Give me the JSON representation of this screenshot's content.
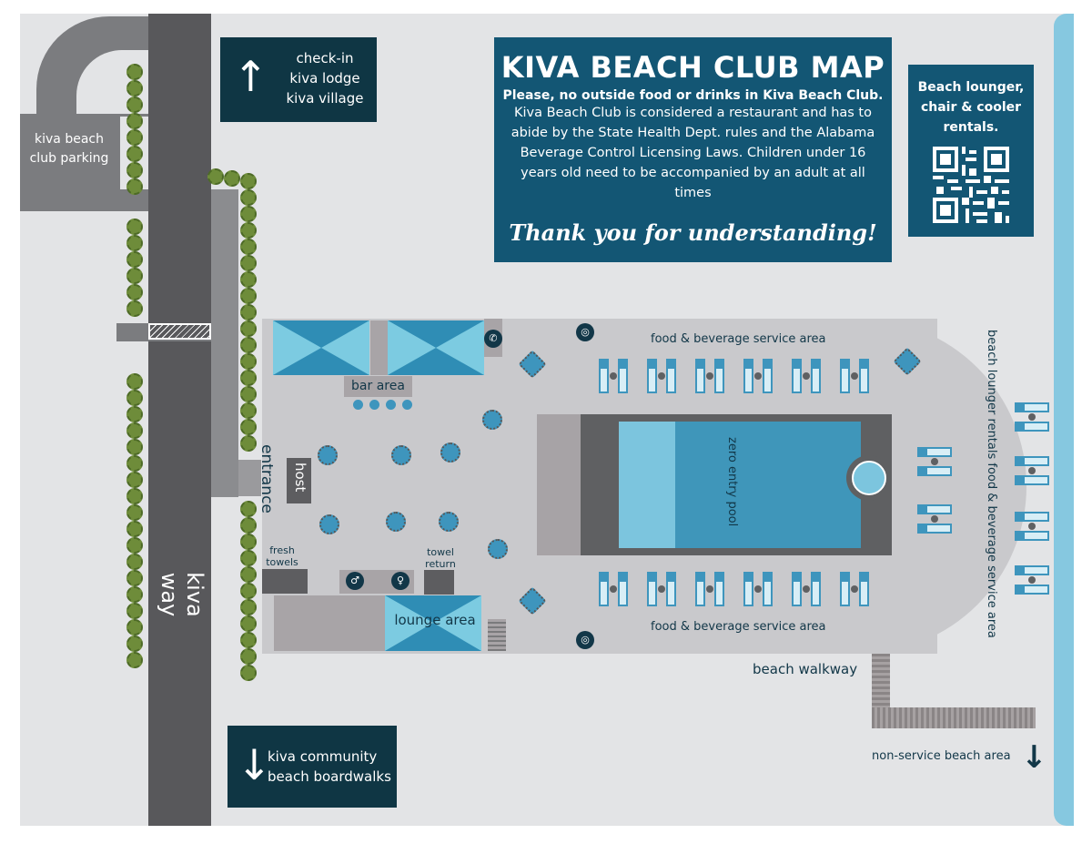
{
  "title": {
    "heading": "KIVA BEACH CLUB MAP",
    "notice": "Please, no outside food or drinks in Kiva Beach Club.",
    "body": "Kiva Beach Club is considered a restaurant and has to abide by the State Health Dept. rules and the Alabama Beverage Control Licensing Laws. Children under 16 years old need to be accompanied by an adult at all times",
    "thanks": "Thank you for understanding!"
  },
  "rentals": {
    "text": "Beach lounger, chair & cooler rentals.",
    "qr_icon": "qr-code-icon"
  },
  "signs": {
    "north": {
      "line1": "check-in",
      "line2": "kiva lodge",
      "line3": "kiva village"
    },
    "south": {
      "line1": "kiva community",
      "line2": "beach boardwalks"
    }
  },
  "labels": {
    "parking": "kiva beach club parking",
    "road": "kiva way",
    "entrance": "entrance",
    "host": "host",
    "bar": "bar area",
    "fresh_towels": "fresh towels",
    "towel_return": "towel return",
    "lounge": "lounge area",
    "fb_top": "food & beverage service area",
    "fb_bottom": "food & beverage service area",
    "pool": "zero entry pool",
    "beach_rentals": "beach lounger rentals food & beverage service area",
    "walkway": "beach walkway",
    "non_service": "non-service beach area"
  },
  "colors": {
    "navy": "#135674",
    "dark": "#0f3644",
    "pool": "#3f96ba",
    "shallow": "#7cc5de",
    "tree": "#6e8c3a"
  }
}
